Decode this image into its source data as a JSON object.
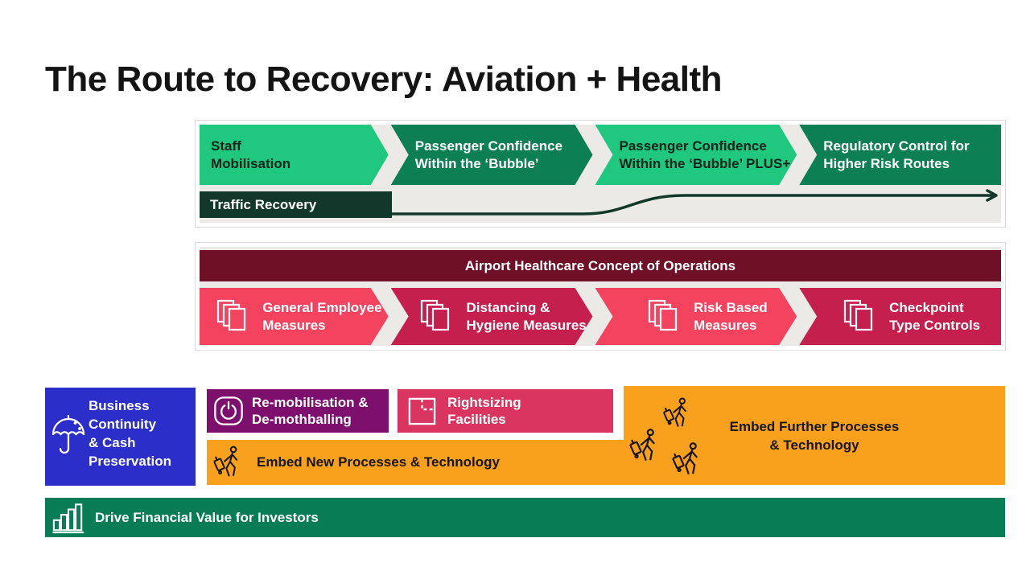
{
  "title": "The Route to Recovery: Aviation + Health",
  "colors": {
    "stage_bright_green": "#1fc87e",
    "stage_dark_green": "#0d7f55",
    "traffic_dark_green": "#11382a",
    "banner_maroon": "#6f1027",
    "measure_bright_red": "#f4435f",
    "measure_dark_red": "#c51f4e",
    "business_blue": "#2b2ec9",
    "remobilisation_purple": "#7d106d",
    "rightsizing_pink": "#d93560",
    "embed_orange": "#f9a11d",
    "financial_green": "#087c54",
    "panel_grey": "#eceae7"
  },
  "journey": {
    "stages": [
      {
        "label": "Staff\nMobilisation",
        "emphasis": "bright"
      },
      {
        "label": "Passenger Confidence\nWithin the ‘Bubble’",
        "emphasis": "dark"
      },
      {
        "label": "Passenger Confidence\nWithin the ‘Bubble’ PLUS+",
        "emphasis": "bright"
      },
      {
        "label": "Regulatory Control for\nHigher Risk Routes",
        "emphasis": "dark"
      }
    ],
    "traffic": {
      "label": "Traffic Recovery",
      "trend": "flat-then-rise-arrow"
    }
  },
  "healthcare": {
    "banner": "Airport Healthcare Concept of Operations",
    "measures": [
      {
        "label": "General Employee\nMeasures",
        "icon": "stacked-pages",
        "emphasis": "bright"
      },
      {
        "label": "Distancing &\nHygiene Measures",
        "icon": "stacked-pages",
        "emphasis": "dark"
      },
      {
        "label": "Risk Based\nMeasures",
        "icon": "stacked-pages",
        "emphasis": "bright"
      },
      {
        "label": "Checkpoint\nType Controls",
        "icon": "stacked-pages",
        "emphasis": "dark"
      }
    ]
  },
  "programs": {
    "business_continuity": {
      "label": "Business\nContinuity\n& Cash\nPreservation",
      "icon": "umbrella-rain"
    },
    "remobilisation": {
      "label": "Re-mobilisation &\nDe-mothballing",
      "icon": "power-button"
    },
    "rightsizing": {
      "label": "Rightsizing\nFacilities",
      "icon": "floor-plan"
    },
    "embed_further": {
      "label": "Embed Further Processes\n& Technology",
      "icon": "traveller-with-luggage"
    },
    "embed_new": {
      "label": "Embed New Processes & Technology",
      "icon": "traveller-with-luggage"
    },
    "financial": {
      "label": "Drive Financial Value for Investors",
      "icon": "bar-chart"
    }
  }
}
